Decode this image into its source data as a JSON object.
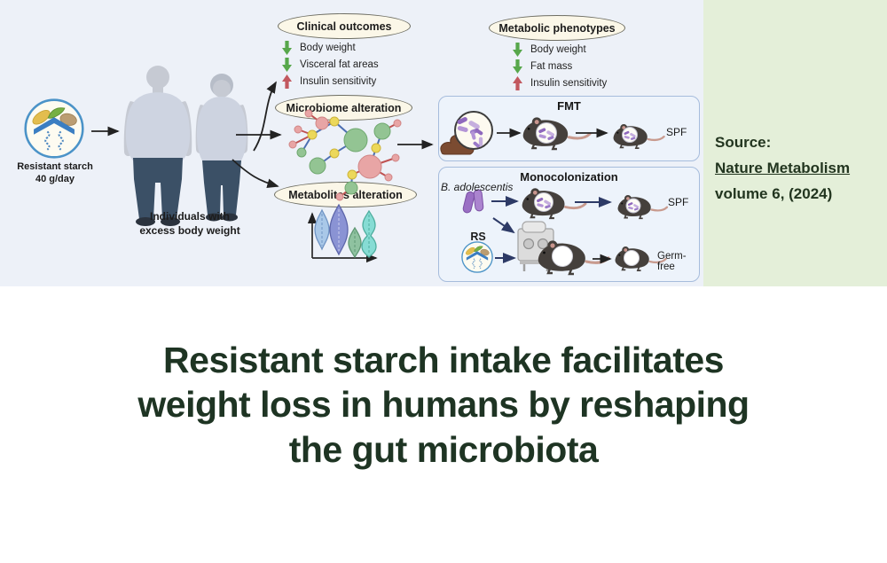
{
  "colors": {
    "diagram_bg": "#edf1f8",
    "source_bg": "#e4efd9",
    "title_color": "#1e3423",
    "oval_fill": "#fbf7e8",
    "panel_border": "#a6bcdc",
    "decrease_arrow_green": "#57a74b",
    "increase_arrow_red": "#c2585f",
    "navy_arrow": "#2d3a66",
    "black_arrow": "#222222"
  },
  "diagram": {
    "rs_icon_label": "Resistant starch\n40 g/day",
    "humans_label": "Individuals with\nexcess body weight",
    "clinical": {
      "title": "Clinical outcomes",
      "items": [
        {
          "label": "Body weight",
          "direction": "down"
        },
        {
          "label": "Visceral fat areas",
          "direction": "down"
        },
        {
          "label": "Insulin sensitivity",
          "direction": "up"
        }
      ]
    },
    "microbiome_title": "Microbiome alteration",
    "metabolites_title": "Metabolites alteration",
    "metabolic": {
      "title": "Metabolic phenotypes",
      "items": [
        {
          "label": "Body weight",
          "direction": "down"
        },
        {
          "label": "Fat mass",
          "direction": "down"
        },
        {
          "label": "Insulin sensitivity",
          "direction": "up"
        }
      ]
    },
    "fmt": {
      "title": "FMT",
      "spf_label": "SPF"
    },
    "mono": {
      "title": "Monocolonization",
      "bacteria_label": "B. adolescentis",
      "rs_label": "RS",
      "spf_label": "SPF",
      "germfree_label": "Germ-free"
    }
  },
  "source": {
    "label": "Source:",
    "journal": "Nature Metabolism",
    "volume": "volume 6, (2024)"
  },
  "title": "Resistant starch intake facilitates\nweight loss in humans by reshaping\nthe gut microbiota"
}
